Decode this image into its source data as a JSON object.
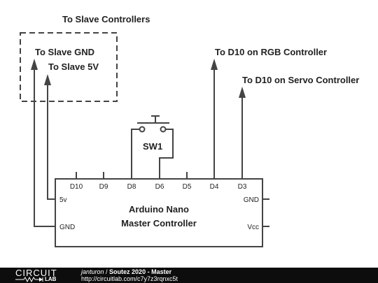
{
  "labels": {
    "slave_controllers": "To Slave Controllers",
    "slave_gnd": "To Slave GND",
    "slave_5v": "To Slave 5V",
    "rgb": "To D10 on RGB Controller",
    "servo": "To D10 on Servo Controller"
  },
  "switch": {
    "name": "SW1"
  },
  "chip": {
    "title_line1": "Arduino Nano",
    "title_line2": "Master Controller",
    "top_pins": [
      "D10",
      "D9",
      "D8",
      "D6",
      "D5",
      "D4",
      "D3"
    ],
    "left_pins": [
      "5v",
      "GND"
    ],
    "right_pins": [
      "GND",
      "Vcc"
    ]
  },
  "footer": {
    "logo_top": "CIRCUIT",
    "logo_bottom": "LAB",
    "author": "janturon",
    "separator": " / ",
    "project": "Soutez 2020 - Master",
    "url": "http://circuitlab.com/c7y7z3rqnxc5t"
  }
}
